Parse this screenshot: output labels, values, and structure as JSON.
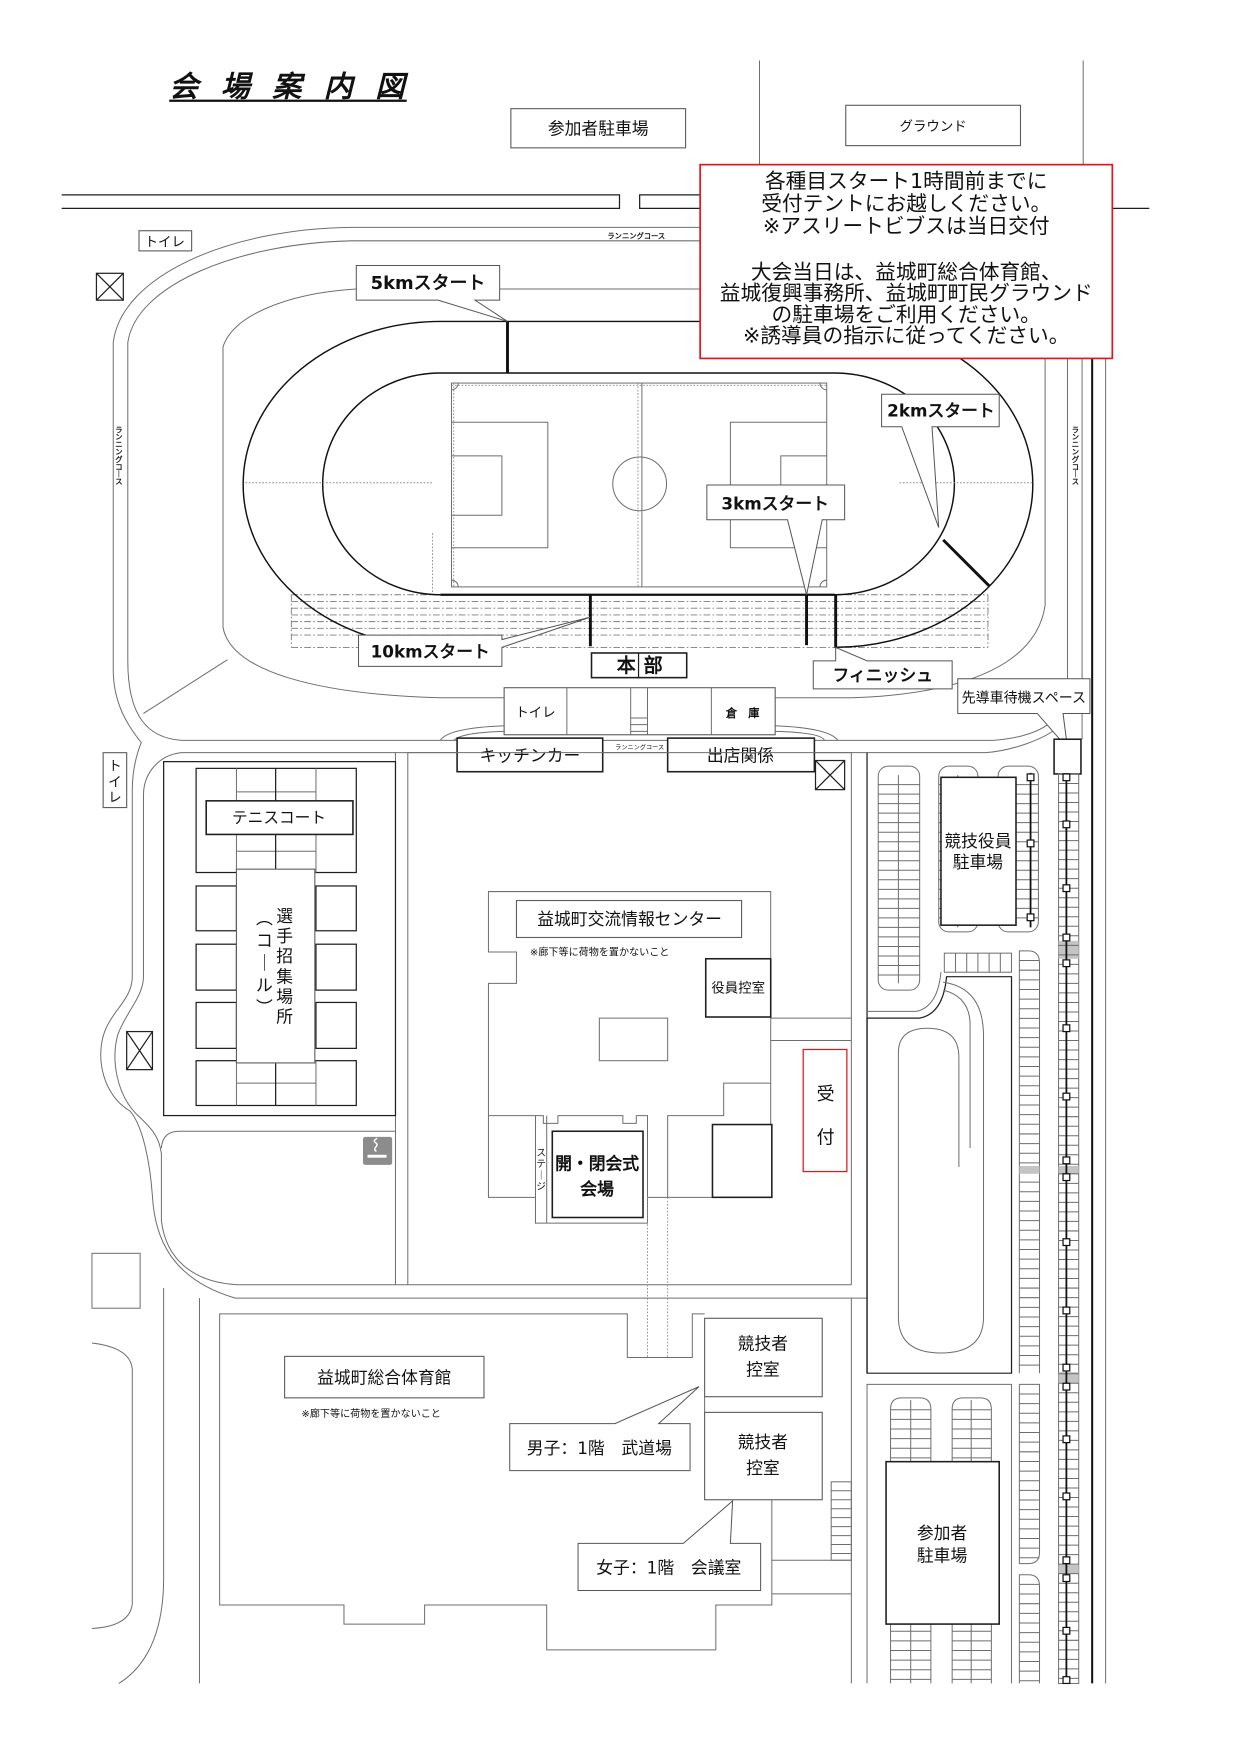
{
  "title": "会 場 案 内 図",
  "notice": {
    "block1": [
      "各種目スタート1時間前までに",
      "受付テントにお越しください。",
      "※アスリートビブスは当日交付"
    ],
    "block2": [
      "大会当日は、益城町総合体育館、",
      "益城復興事務所、益城町町民グラウンド",
      "の駐車場をご利用ください。",
      "※誘導員の指示に従ってください。"
    ]
  },
  "running_course_label": "ランニングコース",
  "starts": {
    "km5": "5kmスタート",
    "km2": "2kmスタート",
    "km3": "3kmスタート",
    "km10": "10kmスタート",
    "finish": "フィニッシュ"
  },
  "places": {
    "participant_parking_north": "参加者駐車場",
    "ground": "グラウンド",
    "toilet_north": "トイレ",
    "toilet_west": "トイレ",
    "toilet_hq": "トイレ",
    "headquarters": [
      "本",
      "部"
    ],
    "storage": "倉　庫",
    "kitchen_car": "キッチンカー",
    "vendors": "出店関係",
    "lead_vehicle_space": "先導車待機スペース",
    "tennis_court": "テニスコート",
    "call_area": [
      "選手招集場所",
      "（コール）"
    ],
    "officials_parking": [
      "競技役員",
      "駐車場"
    ],
    "exchange_center": "益城町交流情報センター",
    "exchange_center_note": "※廊下等に荷物を置かないこと",
    "officials_room": "役員控室",
    "reception": "受付",
    "stage": "ステージ",
    "ceremony_hall": [
      "開・閉会式",
      "会場"
    ],
    "gymnasium": "益城町総合体育館",
    "gymnasium_note": "※廊下等に荷物を置かないこと",
    "athletes_room_1": [
      "競技者",
      "控室"
    ],
    "athletes_room_2": [
      "競技者",
      "控室"
    ],
    "men_room_callout": "男子：1階　武道場",
    "women_room_callout": "女子：1階　会議室",
    "participant_parking_south": [
      "参加者",
      "駐車場"
    ]
  },
  "icons": [
    "crossed-box-icon",
    "smoking-area-icon"
  ],
  "colors": {
    "notice_border": "#e3141c",
    "reception_border": "#e3141c",
    "smoking_icon": "#8c8c8c",
    "highlight_stall": "#c4c4c4"
  }
}
